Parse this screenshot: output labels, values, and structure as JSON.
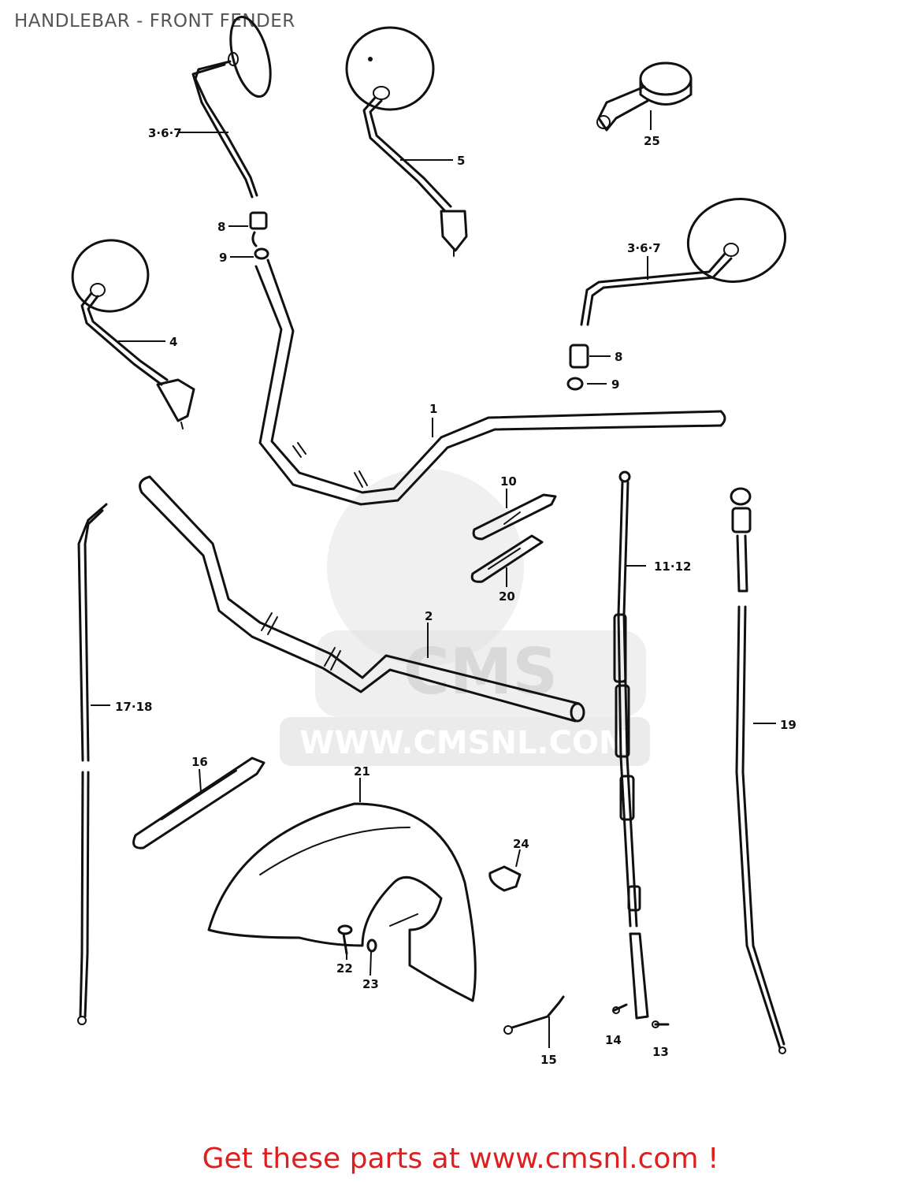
{
  "title": "HANDLEBAR - FRONT FENDER",
  "footer": "Get these parts at www.cmsnl.com !",
  "watermark": {
    "logo_text": "CMS",
    "url_text": "WWW.CMSNL.COM"
  },
  "labels": {
    "p1": "1",
    "p2": "2",
    "p4": "4",
    "p5": "5",
    "p367a": "3·6·7",
    "p367b": "3·6·7",
    "p8a": "8",
    "p8b": "8",
    "p9a": "9",
    "p9b": "9",
    "p10": "10",
    "p1112": "11·12",
    "p13": "13",
    "p14": "14",
    "p15": "15",
    "p16": "16",
    "p1718": "17·18",
    "p19": "19",
    "p20": "20",
    "p21": "21",
    "p22": "22",
    "p23": "23",
    "p24": "24",
    "p25": "25"
  }
}
